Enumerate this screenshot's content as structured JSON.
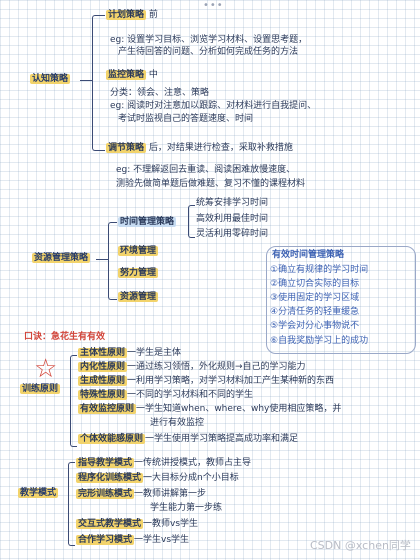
{
  "cognitive": {
    "label": "认知策略",
    "planning": {
      "label": "计划策略",
      "value": "前"
    },
    "planning_eg_1": "eg: 设置学习目标、浏览学习材料、设置思考题，",
    "planning_eg_2": "产生待回答的问题、分析如何完成任务的方法",
    "monitoring": {
      "label": "监控策略",
      "value": "中"
    },
    "monitoring_class": "分类：领会、注意、策略",
    "monitoring_eg_1": "eg: 阅读时对注意加以跟踪、对材料进行自我提问、",
    "monitoring_eg_2": "考试时监视自己的答题速度、时间",
    "regulating": {
      "label": "调节策略",
      "value": "后，对结果进行检查，采取补救措施"
    },
    "regulating_eg_1": "eg: 不理解返回去重读、阅读困难放慢速度、",
    "regulating_eg_2": "测验先做简单题后做难题、复习不懂的课程材料"
  },
  "resource": {
    "label": "资源管理策略",
    "time": {
      "label": "时间管理策略",
      "items": [
        "统筹安排学习时间",
        "高效利用最佳时间",
        "灵活利用零碎时间"
      ]
    },
    "environment": "环境管理",
    "effort": "努力管理",
    "resource_mgmt": "资源管理"
  },
  "effective_time": {
    "title": "有效时间管理策略",
    "items": [
      "①确立有规律的学习时间",
      "②确立切合实际的目标",
      "③使用固定的学习区域",
      "④分清任务的轻重缓急",
      "⑤学会对分心事物说不",
      "⑥自我奖励学习上的成功"
    ]
  },
  "training": {
    "mnemonic": "口诀：急花生有有效",
    "label": "训练原则",
    "items": [
      {
        "name": "主体性原则",
        "desc": "一学生是主体"
      },
      {
        "name": "内化性原则",
        "desc": "一通过练习领悟，外化规则→自己的学习能力"
      },
      {
        "name": "生成性原则",
        "desc": "一利用学习策略，对学习材料加工产生某种新的东西"
      },
      {
        "name": "特殊性原则",
        "desc": "一不同的学习材料和不同的学生"
      },
      {
        "name": "有效监控原则",
        "desc": "一学生知道when、where、why使用相应策略，并"
      },
      {
        "name": "",
        "desc": "进行有效监控"
      },
      {
        "name": "个体效能感原则",
        "desc": "一学生使用学习策略提高成功率和满足"
      }
    ]
  },
  "models": {
    "label": "教学模式",
    "items": [
      {
        "name": "指导教学模式",
        "desc": "一传统讲授模式，教师占主导"
      },
      {
        "name": "程序化训练模式",
        "desc": "一大目标分成n个小目标"
      },
      {
        "name": "完形训练模式",
        "desc": "一教师讲解第一步"
      },
      {
        "name": "",
        "desc": "学生能力第一步练"
      },
      {
        "name": "交互式教学模式",
        "desc": "一教师vs学生"
      },
      {
        "name": "合作学习模式",
        "desc": "一学生vs学生"
      }
    ]
  },
  "watermark": "CSDN @xchen同学"
}
